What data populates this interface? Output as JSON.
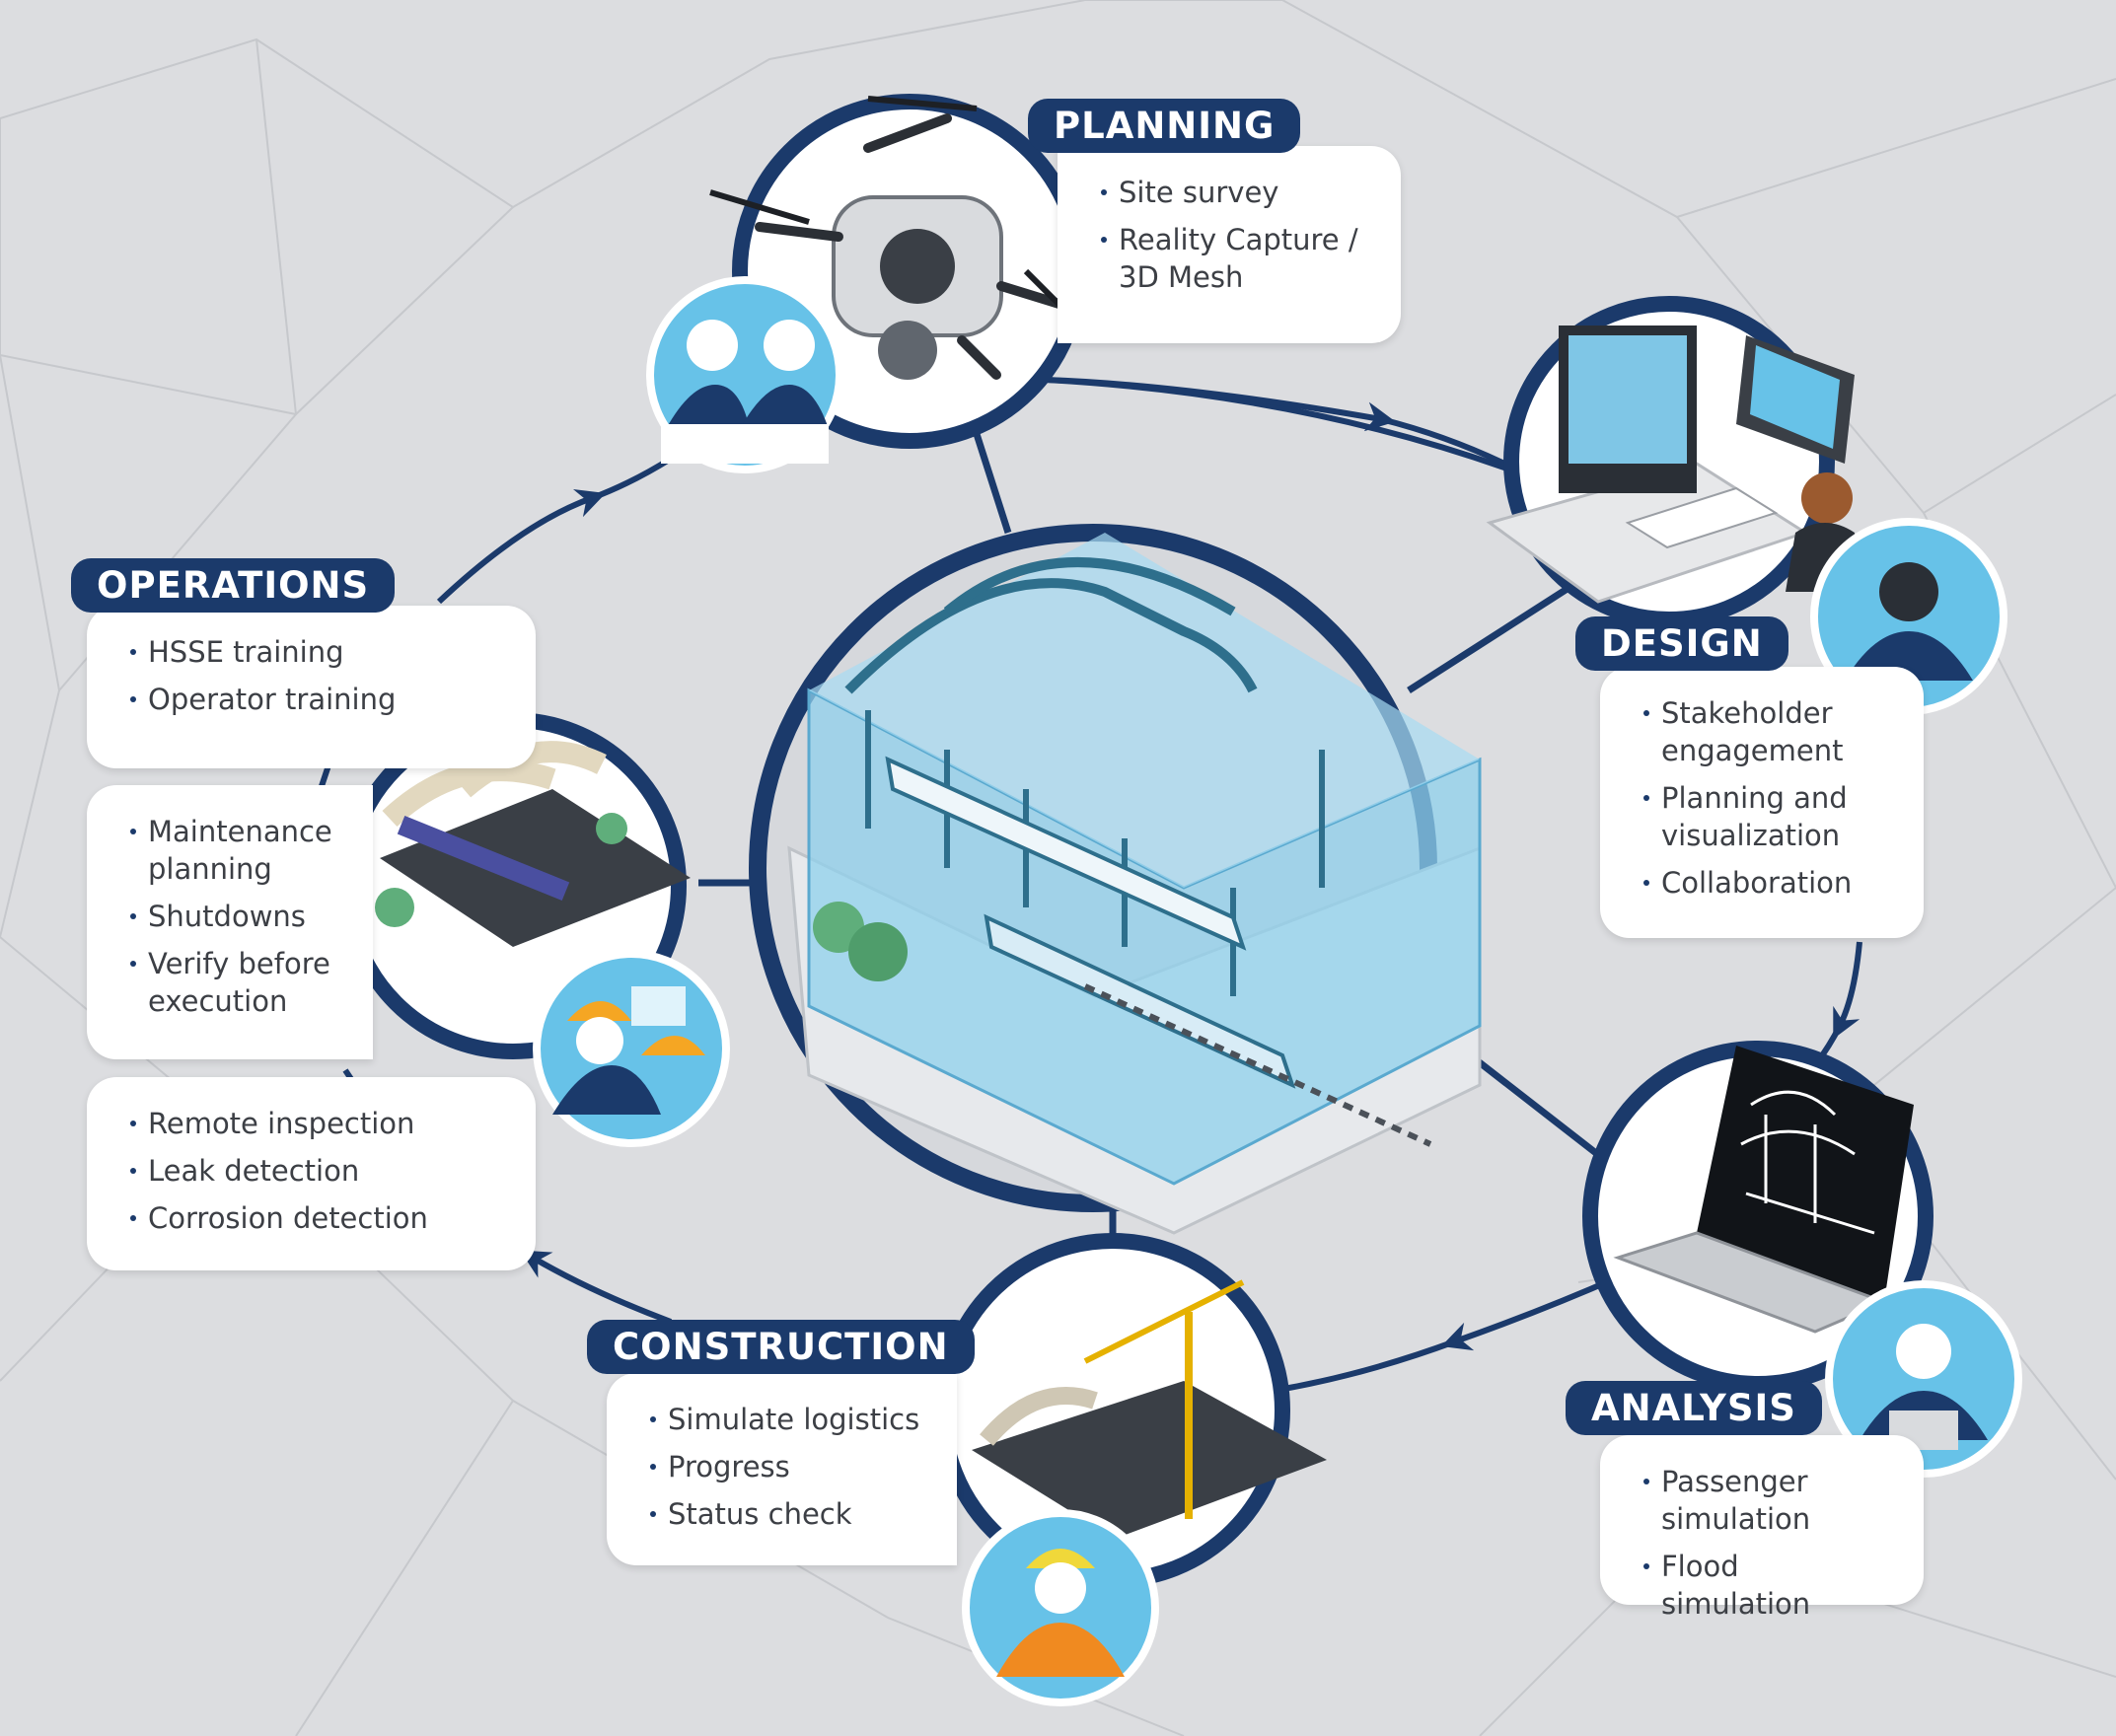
{
  "stages": {
    "planning": {
      "title": "PLANNING",
      "items": [
        "Site survey",
        "Reality Capture / 3D Mesh"
      ]
    },
    "design": {
      "title": "DESIGN",
      "items": [
        "Stakeholder engagement",
        "Planning and visualization",
        "Collaboration"
      ]
    },
    "analysis": {
      "title": "ANALYSIS",
      "items": [
        "Passenger simulation",
        "Flood simulation"
      ]
    },
    "construction": {
      "title": "CONSTRUCTION",
      "items": [
        "Simulate logistics",
        "Progress",
        "Status check"
      ]
    },
    "operations": {
      "title": "OPERATIONS",
      "training_items": [
        "HSSE training",
        "Operator training"
      ],
      "maintenance_items": [
        "Maintenance planning",
        "Shutdowns",
        "Verify before execution"
      ],
      "inspection_items": [
        "Remote inspection",
        "Leak detection",
        "Corrosion detection"
      ]
    }
  },
  "colors": {
    "navy": "#1b3a6b",
    "background": "#dcdde0",
    "water": "#7fc6e6",
    "card": "#ffffff"
  },
  "icons": [
    "drone-icon",
    "people-icon",
    "workstation-icon",
    "designer-icon",
    "laptop-icon",
    "analyst-icon",
    "crane-icon",
    "construction-worker-icon",
    "station-icon",
    "engineers-icon",
    "digital-twin-station-icon"
  ]
}
